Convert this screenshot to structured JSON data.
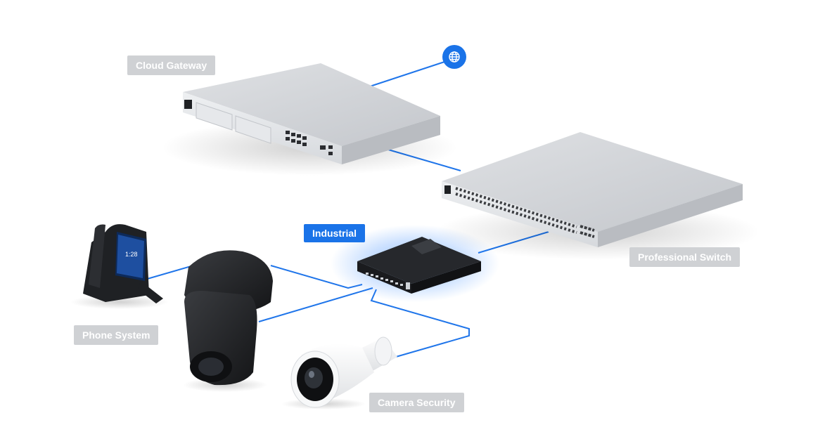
{
  "colors": {
    "accent": "#1a73e8",
    "link": "#1f75ea",
    "label_gray": "#cfd1d4",
    "device_silver": "#cdd0d5",
    "device_dark": "#1f2124",
    "glow": "#3a8bff"
  },
  "labels": {
    "cloud_gateway": "Cloud Gateway",
    "professional_switch": "Professional Switch",
    "industrial": "Industrial",
    "phone_system": "Phone System",
    "camera_security": "Camera Security"
  },
  "icons": {
    "internet": "globe-icon"
  },
  "highlighted_device": "Industrial"
}
